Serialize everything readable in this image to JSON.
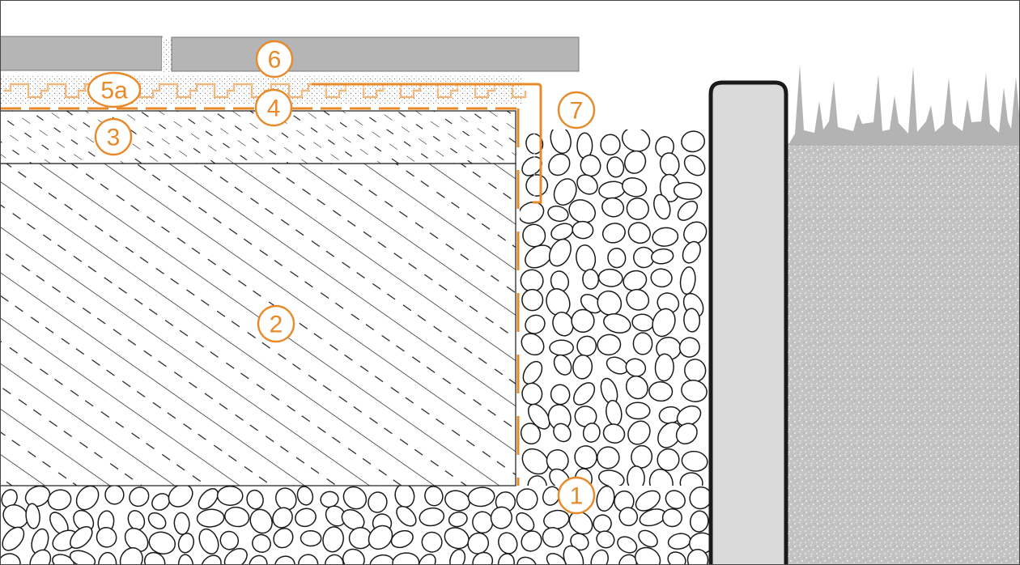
{
  "colors": {
    "accent": "#e8892a",
    "outline": "#1a1a1a",
    "tile": "#b5b5b5",
    "post": "#dadada",
    "soil": "#c3c3c3",
    "grass": "#b3b3b3",
    "background": "#ffffff"
  },
  "labels": {
    "gravel_base": "1",
    "concrete_slab": "2",
    "screed": "3",
    "waterproofing": "4",
    "drainage_mat": "5a",
    "tiles": "6",
    "edge_profile": "7"
  }
}
